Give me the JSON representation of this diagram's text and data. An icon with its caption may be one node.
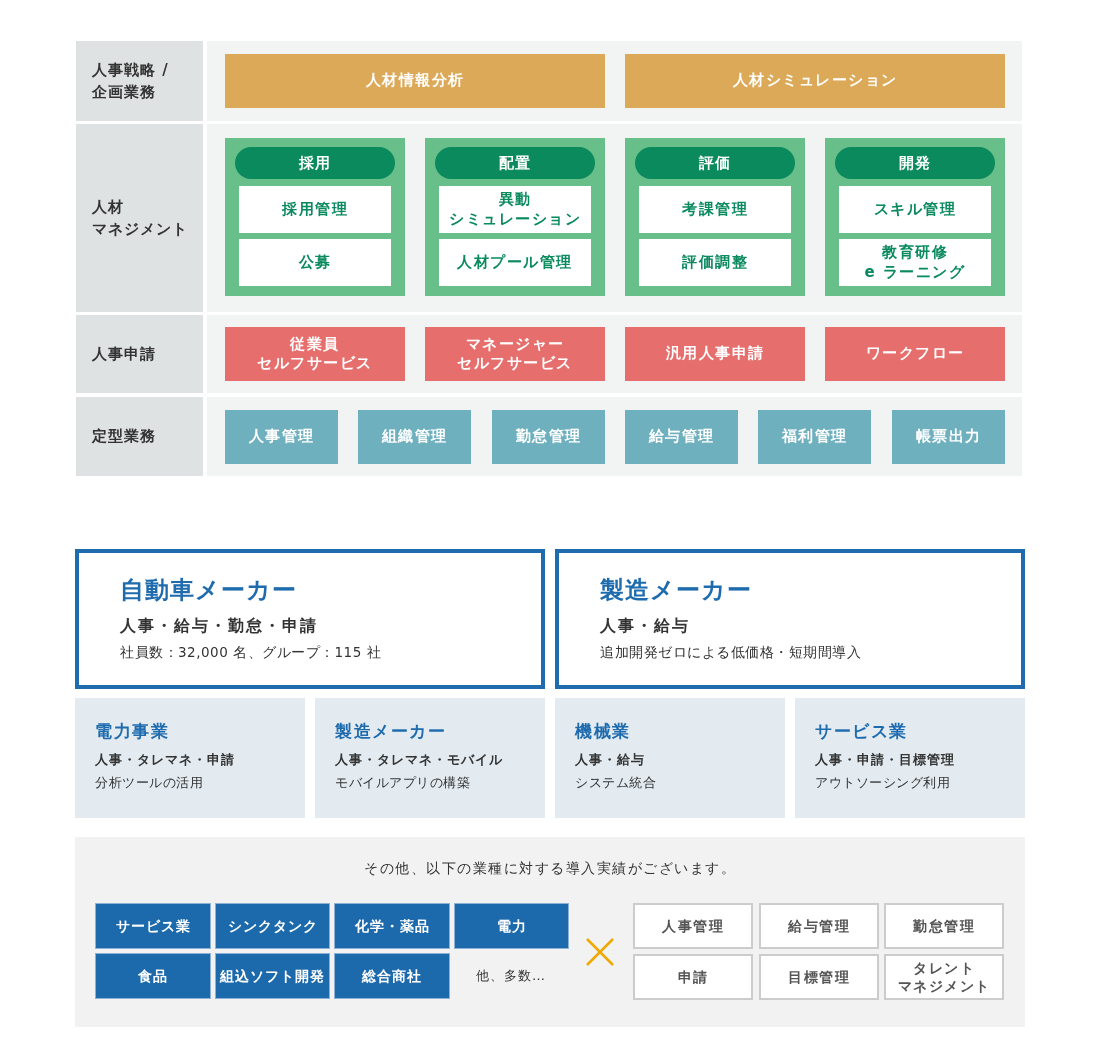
{
  "diagram": {
    "nodes": [
      {
        "text": [
          "人事戦略 / 企画業務"
        ]
      },
      {
        "text": [
          "人材情報分析"
        ],
        "in": 0
      },
      {
        "text": [
          "人材シミュレーション"
        ],
        "in": 0
      },
      {
        "text": [
          "人材マネジメント"
        ]
      },
      {
        "text": [
          "採用"
        ],
        "in": 3
      },
      {
        "text": [
          "採用管理"
        ],
        "in": 4
      },
      {
        "text": [
          "公募"
        ],
        "in": 4
      },
      {
        "text": [
          "配置"
        ],
        "in": 3
      },
      {
        "text": [
          "異動シミュレーション"
        ],
        "in": 7
      },
      {
        "text": [
          "人材プール管理"
        ],
        "in": 7
      },
      {
        "text": [
          "評価"
        ],
        "in": 3
      },
      {
        "text": [
          "考課管理"
        ],
        "in": 10
      },
      {
        "text": [
          "評価調整"
        ],
        "in": 10
      },
      {
        "text": [
          "開発"
        ],
        "in": 3
      },
      {
        "text": [
          "スキル管理"
        ],
        "in": 13
      },
      {
        "text": [
          "教育研修e ラーニング"
        ],
        "in": 13
      },
      {
        "text": [
          "人事申請"
        ]
      },
      {
        "text": [
          "従業員セルフサービス"
        ],
        "in": 16
      },
      {
        "text": [
          "マネージャーセルフサービス"
        ],
        "in": 16
      },
      {
        "text": [
          "汎用人事申請"
        ],
        "in": 16
      },
      {
        "text": [
          "ワークフロー"
        ],
        "in": 16
      },
      {
        "text": [
          "定型業務"
        ]
      },
      {
        "text": [
          "人事管理"
        ],
        "in": 21
      },
      {
        "text": [
          "組織管理"
        ],
        "in": 21
      },
      {
        "text": [
          "勤怠管理"
        ],
        "in": 21
      },
      {
        "text": [
          "給与管理"
        ],
        "in": 21
      },
      {
        "text": [
          "福利管理"
        ],
        "in": 21
      },
      {
        "text": [
          "帳票出力"
        ],
        "in": 21
      },
      {
        "text": [
          "自動車メーカー",
          "人事・給与・勤怠・申請",
          "社員数：32,000 名、グループ：115 社"
        ]
      },
      {
        "text": [
          "製造メーカー",
          "人事・給与",
          "追加開発ゼロによる低価格・短期間導入"
        ]
      },
      {
        "text": [
          "電力事業",
          "人事・タレマネ・申請",
          "分析ツールの活用"
        ]
      },
      {
        "text": [
          "製造メーカー",
          "人事・タレマネ・モバイル",
          "モバイルアプリの構築"
        ]
      },
      {
        "text": [
          "機械業",
          "人事・給与",
          "システム統合"
        ]
      },
      {
        "text": [
          "サービス業",
          "人事・申請・目標管理",
          "アウトソーシング利用"
        ]
      },
      {
        "text": [
          "その他、以下の業種に対する導入実績がございます。"
        ]
      },
      {
        "text": [
          "サービス業"
        ],
        "in": 34
      },
      {
        "text": [
          "シンクタンク"
        ],
        "in": 34
      },
      {
        "text": [
          "化学・薬品"
        ],
        "in": 34
      },
      {
        "text": [
          "電力"
        ],
        "in": 34
      },
      {
        "text": [
          "食品"
        ],
        "in": 34
      },
      {
        "text": [
          "組込ソフト開発"
        ],
        "in": 34
      },
      {
        "text": [
          "総合商社"
        ],
        "in": 34
      },
      {
        "text": [
          "人事管理"
        ],
        "in": 34
      },
      {
        "text": [
          "給与管理"
        ],
        "in": 34
      },
      {
        "text": [
          "勤怠管理"
        ],
        "in": 34
      },
      {
        "text": [
          "申請"
        ],
        "in": 34
      },
      {
        "text": [
          "目標管理"
        ],
        "in": 34
      },
      {
        "text": [
          "タレントマネジメント"
        ],
        "in": 34
      }
    ],
    "labels": [
      "他、多数…"
    ]
  }
}
